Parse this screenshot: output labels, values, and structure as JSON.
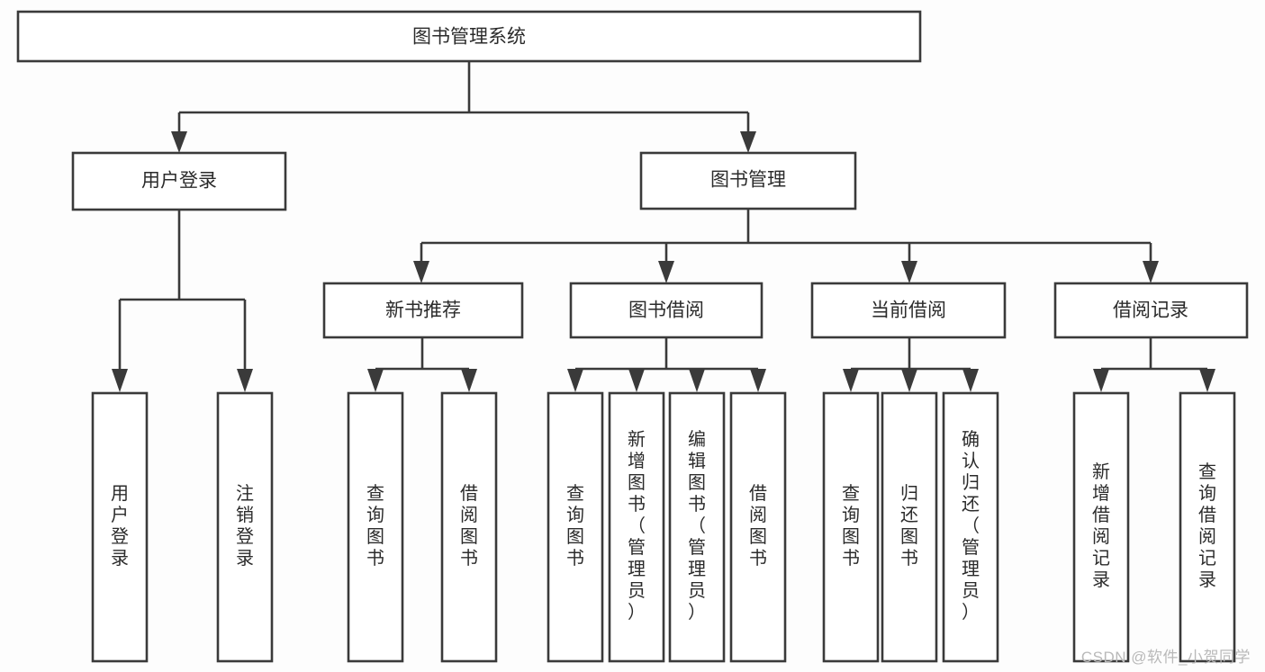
{
  "diagram": {
    "title": "图书管理系统",
    "type": "tree-hierarchy",
    "watermark": "CSDN @软件_小贺同学",
    "root": {
      "id": "root",
      "label": "图书管理系统",
      "orientation": "horizontal"
    },
    "level1": [
      {
        "id": "user-login",
        "label": "用户登录",
        "orientation": "horizontal"
      },
      {
        "id": "book-manage",
        "label": "图书管理",
        "orientation": "horizontal"
      }
    ],
    "level2": [
      {
        "id": "new-book-recommend",
        "label": "新书推荐",
        "parent": "book-manage",
        "orientation": "horizontal"
      },
      {
        "id": "book-borrow",
        "label": "图书借阅",
        "parent": "book-manage",
        "orientation": "horizontal"
      },
      {
        "id": "current-borrow",
        "label": "当前借阅",
        "parent": "book-manage",
        "orientation": "horizontal"
      },
      {
        "id": "borrow-record",
        "label": "借阅记录",
        "parent": "book-manage",
        "orientation": "horizontal"
      }
    ],
    "leaves": [
      {
        "id": "leaf-user-login",
        "label": "用户登录",
        "parent": "user-login",
        "orientation": "vertical"
      },
      {
        "id": "leaf-user-logout",
        "label": "注销登录",
        "parent": "user-login",
        "orientation": "vertical"
      },
      {
        "id": "leaf-query-book-recommend",
        "label": "查询图书",
        "parent": "new-book-recommend",
        "orientation": "vertical"
      },
      {
        "id": "leaf-borrow-book-recommend",
        "label": "借阅图书",
        "parent": "new-book-recommend",
        "orientation": "vertical"
      },
      {
        "id": "leaf-query-book-borrow",
        "label": "查询图书",
        "parent": "book-borrow",
        "orientation": "vertical"
      },
      {
        "id": "leaf-add-book",
        "label": "新增图书（管理员）",
        "parent": "book-borrow",
        "orientation": "vertical"
      },
      {
        "id": "leaf-edit-book",
        "label": "编辑图书（管理员）",
        "parent": "book-borrow",
        "orientation": "vertical"
      },
      {
        "id": "leaf-borrow-book",
        "label": "借阅图书",
        "parent": "book-borrow",
        "orientation": "vertical"
      },
      {
        "id": "leaf-query-book-current",
        "label": "查询图书",
        "parent": "current-borrow",
        "orientation": "vertical"
      },
      {
        "id": "leaf-return-book",
        "label": "归还图书",
        "parent": "current-borrow",
        "orientation": "vertical"
      },
      {
        "id": "leaf-confirm-return",
        "label": "确认归还（管理员）",
        "parent": "current-borrow",
        "orientation": "vertical"
      },
      {
        "id": "leaf-add-record",
        "label": "新增借阅记录",
        "parent": "borrow-record",
        "orientation": "vertical"
      },
      {
        "id": "leaf-query-record",
        "label": "查询借阅记录",
        "parent": "borrow-record",
        "orientation": "vertical"
      }
    ],
    "colors": {
      "stroke": "#3a3a3a",
      "fill": "#ffffff",
      "text": "#2b2b2b",
      "background": "#fdfdfd",
      "watermark": "#b9b9b9"
    }
  }
}
